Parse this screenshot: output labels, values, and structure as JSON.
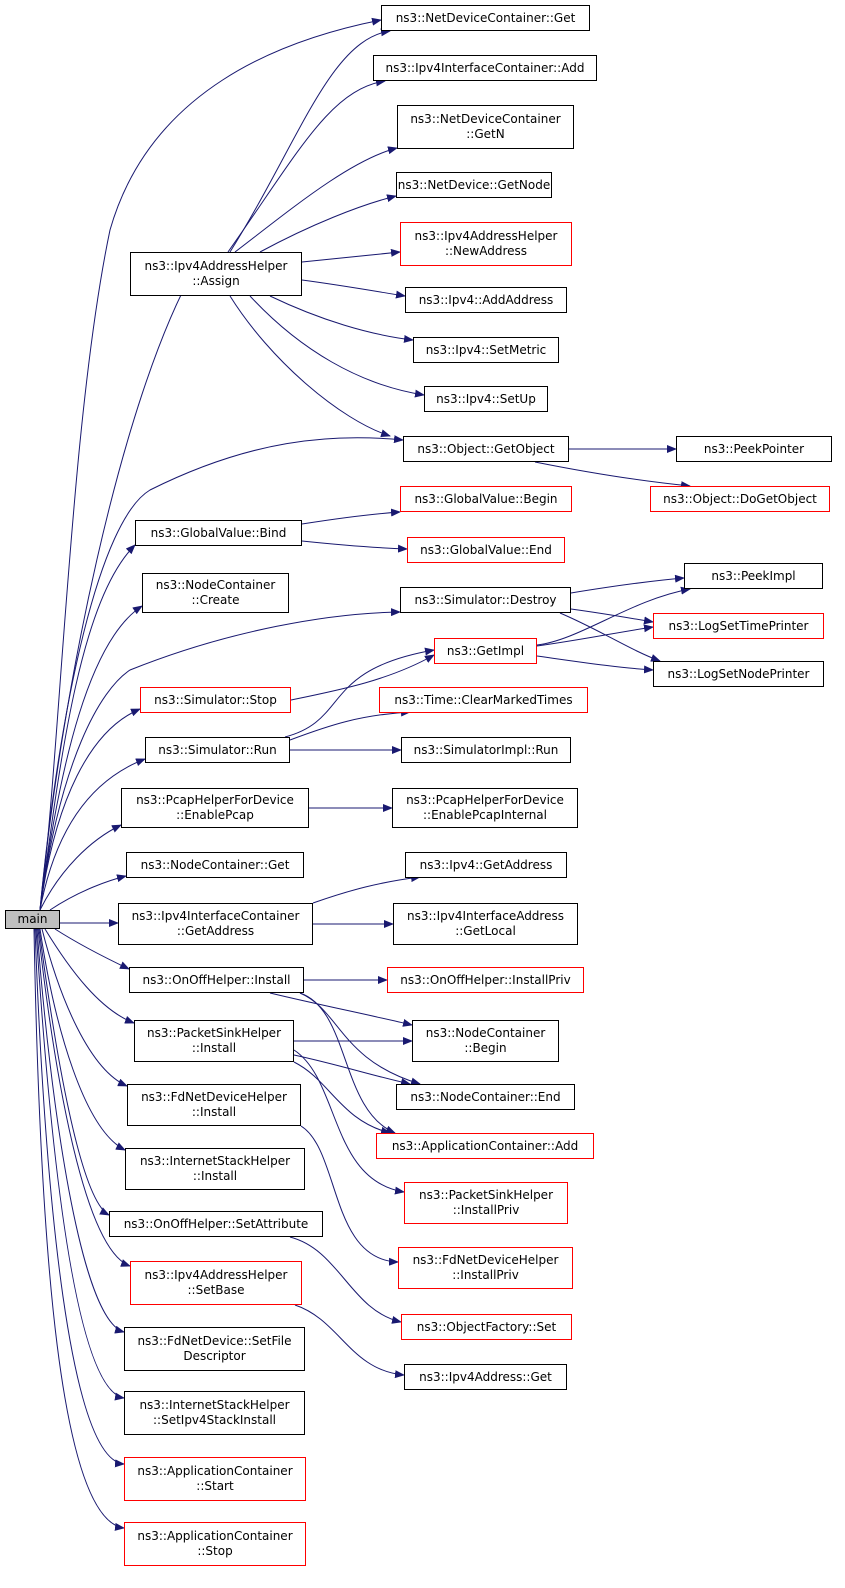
{
  "colors": {
    "edge": "#191970",
    "node_border": "#000000",
    "node_border_incomplete": "#ff0000",
    "root_fill": "#bfbfbf"
  },
  "nodes": [
    {
      "id": "main",
      "lines": [
        "main"
      ],
      "root": true
    },
    {
      "id": "ndc_get",
      "lines": [
        "ns3::NetDeviceContainer::Get"
      ]
    },
    {
      "id": "iic_add",
      "lines": [
        "ns3::Ipv4InterfaceContainer::Add"
      ]
    },
    {
      "id": "ndc_getn",
      "lines": [
        "ns3::NetDeviceContainer",
        "::GetN"
      ]
    },
    {
      "id": "nd_getnode",
      "lines": [
        "ns3::NetDevice::GetNode"
      ]
    },
    {
      "id": "iah_newaddr",
      "lines": [
        "ns3::Ipv4AddressHelper",
        "::NewAddress"
      ],
      "red": true
    },
    {
      "id": "iah_assign",
      "lines": [
        "ns3::Ipv4AddressHelper",
        "::Assign"
      ]
    },
    {
      "id": "ipv4_addaddr",
      "lines": [
        "ns3::Ipv4::AddAddress"
      ]
    },
    {
      "id": "ipv4_setmetric",
      "lines": [
        "ns3::Ipv4::SetMetric"
      ]
    },
    {
      "id": "ipv4_setup",
      "lines": [
        "ns3::Ipv4::SetUp"
      ]
    },
    {
      "id": "obj_getobj",
      "lines": [
        "ns3::Object::GetObject"
      ]
    },
    {
      "id": "peekpointer",
      "lines": [
        "ns3::PeekPointer"
      ]
    },
    {
      "id": "obj_dogetobj",
      "lines": [
        "ns3::Object::DoGetObject"
      ],
      "red": true
    },
    {
      "id": "gv_bind",
      "lines": [
        "ns3::GlobalValue::Bind"
      ]
    },
    {
      "id": "gv_begin",
      "lines": [
        "ns3::GlobalValue::Begin"
      ],
      "red": true
    },
    {
      "id": "gv_end",
      "lines": [
        "ns3::GlobalValue::End"
      ],
      "red": true
    },
    {
      "id": "nc_create",
      "lines": [
        "ns3::NodeContainer",
        "::Create"
      ]
    },
    {
      "id": "sim_destroy",
      "lines": [
        "ns3::Simulator::Destroy"
      ]
    },
    {
      "id": "peekimpl",
      "lines": [
        "ns3::PeekImpl"
      ]
    },
    {
      "id": "logsettime",
      "lines": [
        "ns3::LogSetTimePrinter"
      ],
      "red": true
    },
    {
      "id": "getimpl",
      "lines": [
        "ns3::GetImpl"
      ],
      "red": true
    },
    {
      "id": "sim_stop",
      "lines": [
        "ns3::Simulator::Stop"
      ],
      "red": true
    },
    {
      "id": "logsetnode",
      "lines": [
        "ns3::LogSetNodePrinter"
      ]
    },
    {
      "id": "time_clear",
      "lines": [
        "ns3::Time::ClearMarkedTimes"
      ],
      "red": true
    },
    {
      "id": "sim_run",
      "lines": [
        "ns3::Simulator::Run"
      ]
    },
    {
      "id": "simimpl_run",
      "lines": [
        "ns3::SimulatorImpl::Run"
      ]
    },
    {
      "id": "phfd_enable",
      "lines": [
        "ns3::PcapHelperForDevice",
        "::EnablePcap"
      ]
    },
    {
      "id": "phfd_enableint",
      "lines": [
        "ns3::PcapHelperForDevice",
        "::EnablePcapInternal"
      ]
    },
    {
      "id": "nc_get",
      "lines": [
        "ns3::NodeContainer::Get"
      ]
    },
    {
      "id": "ipv4_getaddr",
      "lines": [
        "ns3::Ipv4::GetAddress"
      ]
    },
    {
      "id": "iic_getaddr",
      "lines": [
        "ns3::Ipv4InterfaceContainer",
        "::GetAddress"
      ]
    },
    {
      "id": "iia_getlocal",
      "lines": [
        "ns3::Ipv4InterfaceAddress",
        "::GetLocal"
      ]
    },
    {
      "id": "ooh_install",
      "lines": [
        "ns3::OnOffHelper::Install"
      ]
    },
    {
      "id": "ooh_installpriv",
      "lines": [
        "ns3::OnOffHelper::InstallPriv"
      ],
      "red": true
    },
    {
      "id": "psh_install",
      "lines": [
        "ns3::PacketSinkHelper",
        "::Install"
      ]
    },
    {
      "id": "nc_begin",
      "lines": [
        "ns3::NodeContainer",
        "::Begin"
      ]
    },
    {
      "id": "nc_end",
      "lines": [
        "ns3::NodeContainer::End"
      ]
    },
    {
      "id": "fdh_install",
      "lines": [
        "ns3::FdNetDeviceHelper",
        "::Install"
      ]
    },
    {
      "id": "ac_add",
      "lines": [
        "ns3::ApplicationContainer::Add"
      ],
      "red": true
    },
    {
      "id": "ish_install",
      "lines": [
        "ns3::InternetStackHelper",
        "::Install"
      ]
    },
    {
      "id": "psh_installpriv",
      "lines": [
        "ns3::PacketSinkHelper",
        "::InstallPriv"
      ],
      "red": true
    },
    {
      "id": "ooh_setattr",
      "lines": [
        "ns3::OnOffHelper::SetAttribute"
      ]
    },
    {
      "id": "fdh_installpriv",
      "lines": [
        "ns3::FdNetDeviceHelper",
        "::InstallPriv"
      ],
      "red": true
    },
    {
      "id": "iah_setbase",
      "lines": [
        "ns3::Ipv4AddressHelper",
        "::SetBase"
      ],
      "red": true
    },
    {
      "id": "of_set",
      "lines": [
        "ns3::ObjectFactory::Set"
      ],
      "red": true
    },
    {
      "id": "fdnd_setfile",
      "lines": [
        "ns3::FdNetDevice::SetFile",
        "Descriptor"
      ]
    },
    {
      "id": "ipv4addr_get",
      "lines": [
        "ns3::Ipv4Address::Get"
      ]
    },
    {
      "id": "ish_setipv4",
      "lines": [
        "ns3::InternetStackHelper",
        "::SetIpv4StackInstall"
      ]
    },
    {
      "id": "ac_start",
      "lines": [
        "ns3::ApplicationContainer",
        "::Start"
      ],
      "red": true
    },
    {
      "id": "ac_stop",
      "lines": [
        "ns3::ApplicationContainer",
        "::Stop"
      ],
      "red": true
    }
  ]
}
